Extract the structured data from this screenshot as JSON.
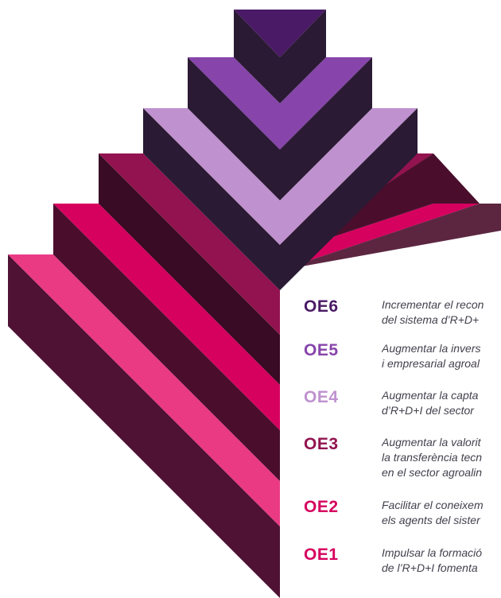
{
  "palette": {
    "violet_dark": "#4a1a66",
    "violet": "#8745ab",
    "lavender": "#bf92cf",
    "plum": "#92134f",
    "magenta": "#d6005f",
    "pink": "#ea3a84",
    "shadow_dark": "#2b1a33",
    "shadow_wine": "#4a0e2c"
  },
  "objectives": [
    {
      "code": "OE6",
      "color": "#4a1a66",
      "lines": [
        "Incrementar el recon",
        "del sistema d’R+D+"
      ]
    },
    {
      "code": "OE5",
      "color": "#8745ab",
      "lines": [
        "Augmentar la invers",
        "i empresarial agroal"
      ]
    },
    {
      "code": "OE4",
      "color": "#bf92cf",
      "lines": [
        "Augmentar la capta",
        "d’R+D+I del sector"
      ]
    },
    {
      "code": "OE3",
      "color": "#92134f",
      "lines": [
        "Augmentar la valorit",
        "la transferència tecn",
        "en el sector agroalin"
      ]
    },
    {
      "code": "OE2",
      "color": "#d6005f",
      "lines": [
        "Facilitar el coneixem",
        "els agents del sister"
      ]
    },
    {
      "code": "OE1",
      "color": "#d6005f",
      "lines": [
        "Impulsar la formació",
        "de l’R+D+I fomenta"
      ]
    }
  ]
}
